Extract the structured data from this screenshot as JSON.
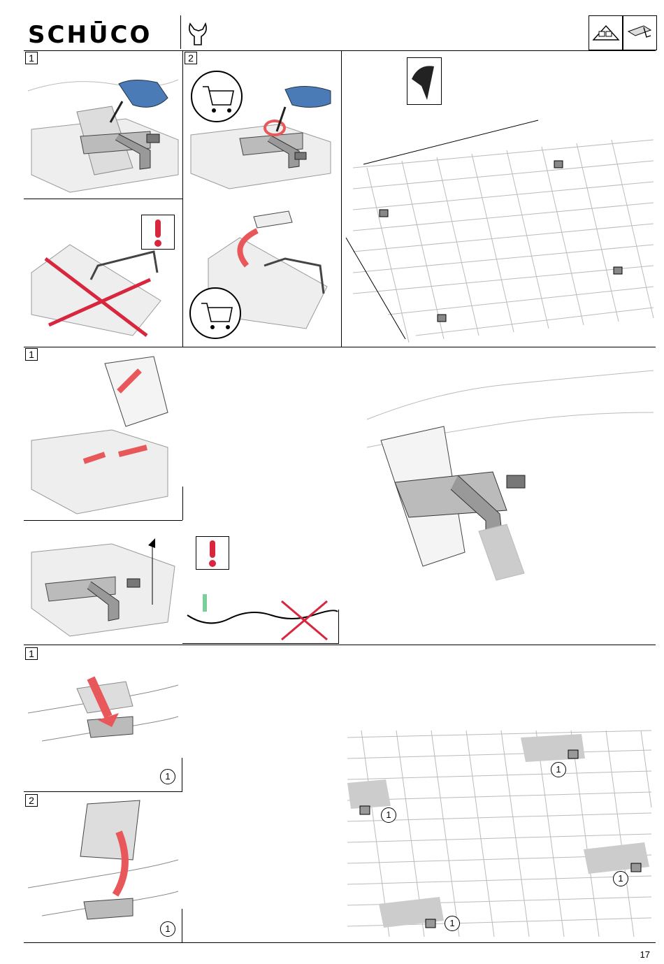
{
  "header": {
    "brand": "SCHŪCO",
    "icons": [
      "wrench-icon",
      "roof-icon",
      "roof-hook-icon"
    ]
  },
  "section1": {
    "step1": "1",
    "step2": "2"
  },
  "section2": {
    "step1": "1"
  },
  "section3": {
    "step1": "1",
    "step2": "2",
    "marker": "1"
  },
  "overview": {
    "markers": [
      "1",
      "1",
      "1",
      "1"
    ]
  },
  "footer": {
    "page_number": "17"
  },
  "colors": {
    "warning_red": "#d7263d",
    "arrow_red": "#e8585a",
    "drill_blue": "#4a7bb7",
    "green_arrow": "#7ccf9a",
    "grey_fill": "#cccccc"
  }
}
